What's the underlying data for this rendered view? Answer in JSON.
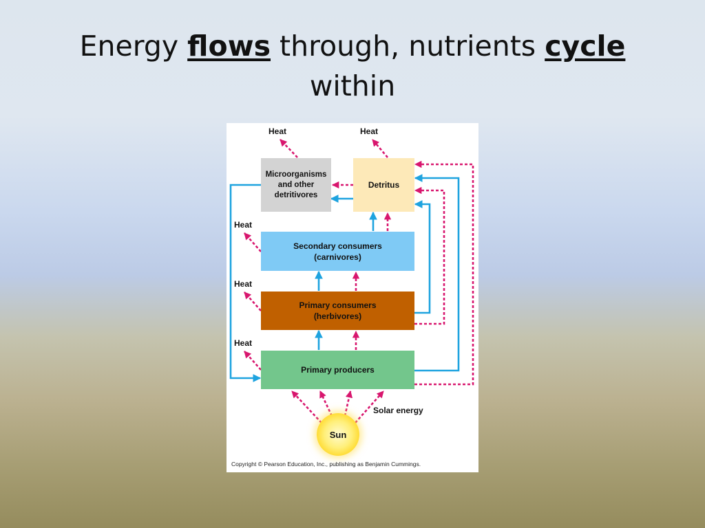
{
  "title": {
    "part1": "Energy ",
    "bold1": "flows",
    "part2": " through, nutrients ",
    "bold2": "cycle",
    "line2": "within"
  },
  "diagram": {
    "boxes": {
      "microorganisms": "Microorganisms\nand other\ndetritivores",
      "detritus": "Detritus",
      "secondary": "Secondary consumers\n(carnivores)",
      "primary_consumers": "Primary consumers\n(herbivores)",
      "producers": "Primary producers"
    },
    "heat_labels": [
      "Heat",
      "Heat",
      "Heat",
      "Heat",
      "Heat"
    ],
    "solar_energy": "Solar energy",
    "sun": "Sun",
    "copyright": "Copyright © Pearson Education, Inc., publishing as Benjamin Cummings."
  },
  "colors": {
    "microorganisms": "#d3d3d3",
    "detritus": "#fde9b8",
    "secondary": "#7fcaf5",
    "primary_consumers": "#c06000",
    "producers": "#73c68c",
    "nutrient_arrow": "#1ea3df",
    "energy_arrow": "#d8166e"
  }
}
